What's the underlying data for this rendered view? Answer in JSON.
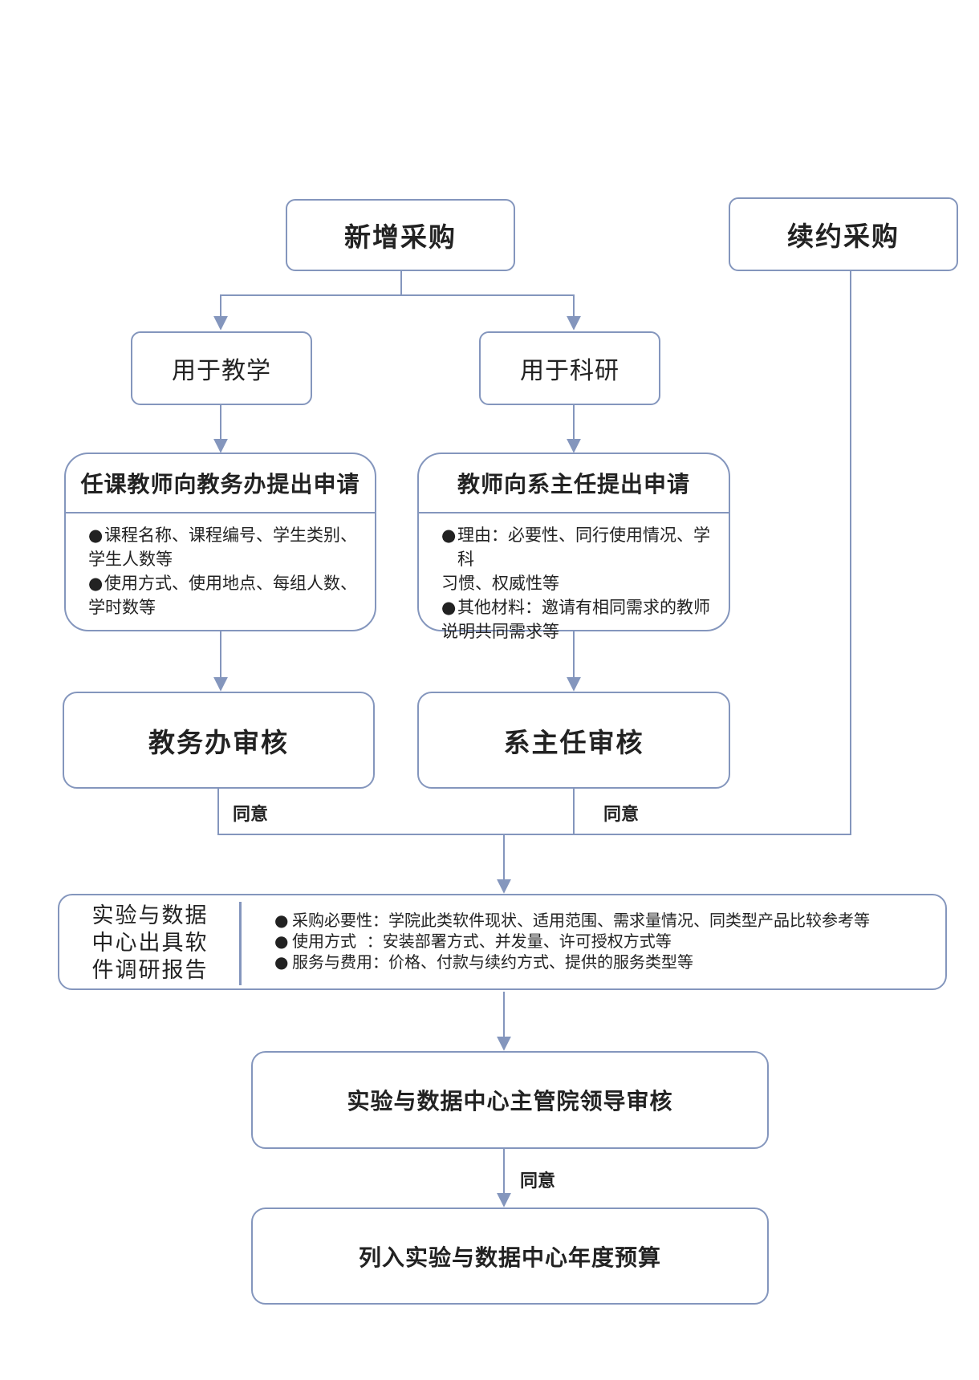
{
  "nodes": {
    "new_purchase": "新增采购",
    "renewal_purchase": "续约采购",
    "for_teaching": "用于教学",
    "for_research": "用于科研",
    "teaching_apply": {
      "title": "任课教师向教务办提出申请",
      "bullets": [
        [
          "课程名称、课程编号、学生类别、",
          "学生人数等"
        ],
        [
          "使用方式、使用地点、每组人数、",
          "学时数等"
        ]
      ]
    },
    "research_apply": {
      "title": "教师向系主任提出申请",
      "bullets": [
        [
          "理由：必要性、同行使用情况、学科",
          "习惯、权威性等"
        ],
        [
          " 其他材料：邀请有相同需求的教师",
          "说明共同需求等"
        ]
      ]
    },
    "academic_review": "教务办审核",
    "dept_review": "系主任审核",
    "report": {
      "title_lines": [
        "实验与数据",
        "中心出具软",
        "件调研报告"
      ],
      "items": [
        "采购必要性：学院此类软件现状、适用范围、需求量情况、同类型产品比较参考等",
        "使用方式  ：安装部署方式、并发量、许可授权方式等",
        "服务与费用：价格、付款与续约方式、提供的服务类型等"
      ]
    },
    "leader_review": "实验与数据中心主管院领导审核",
    "budget": "列入实验与数据中心年度预算"
  },
  "edge_labels": {
    "agree_left": "同意",
    "agree_mid": "同意",
    "agree_bottom": "同意"
  },
  "colors": {
    "border": "#8496bd",
    "line": "#8496bd",
    "text": "#222222"
  }
}
